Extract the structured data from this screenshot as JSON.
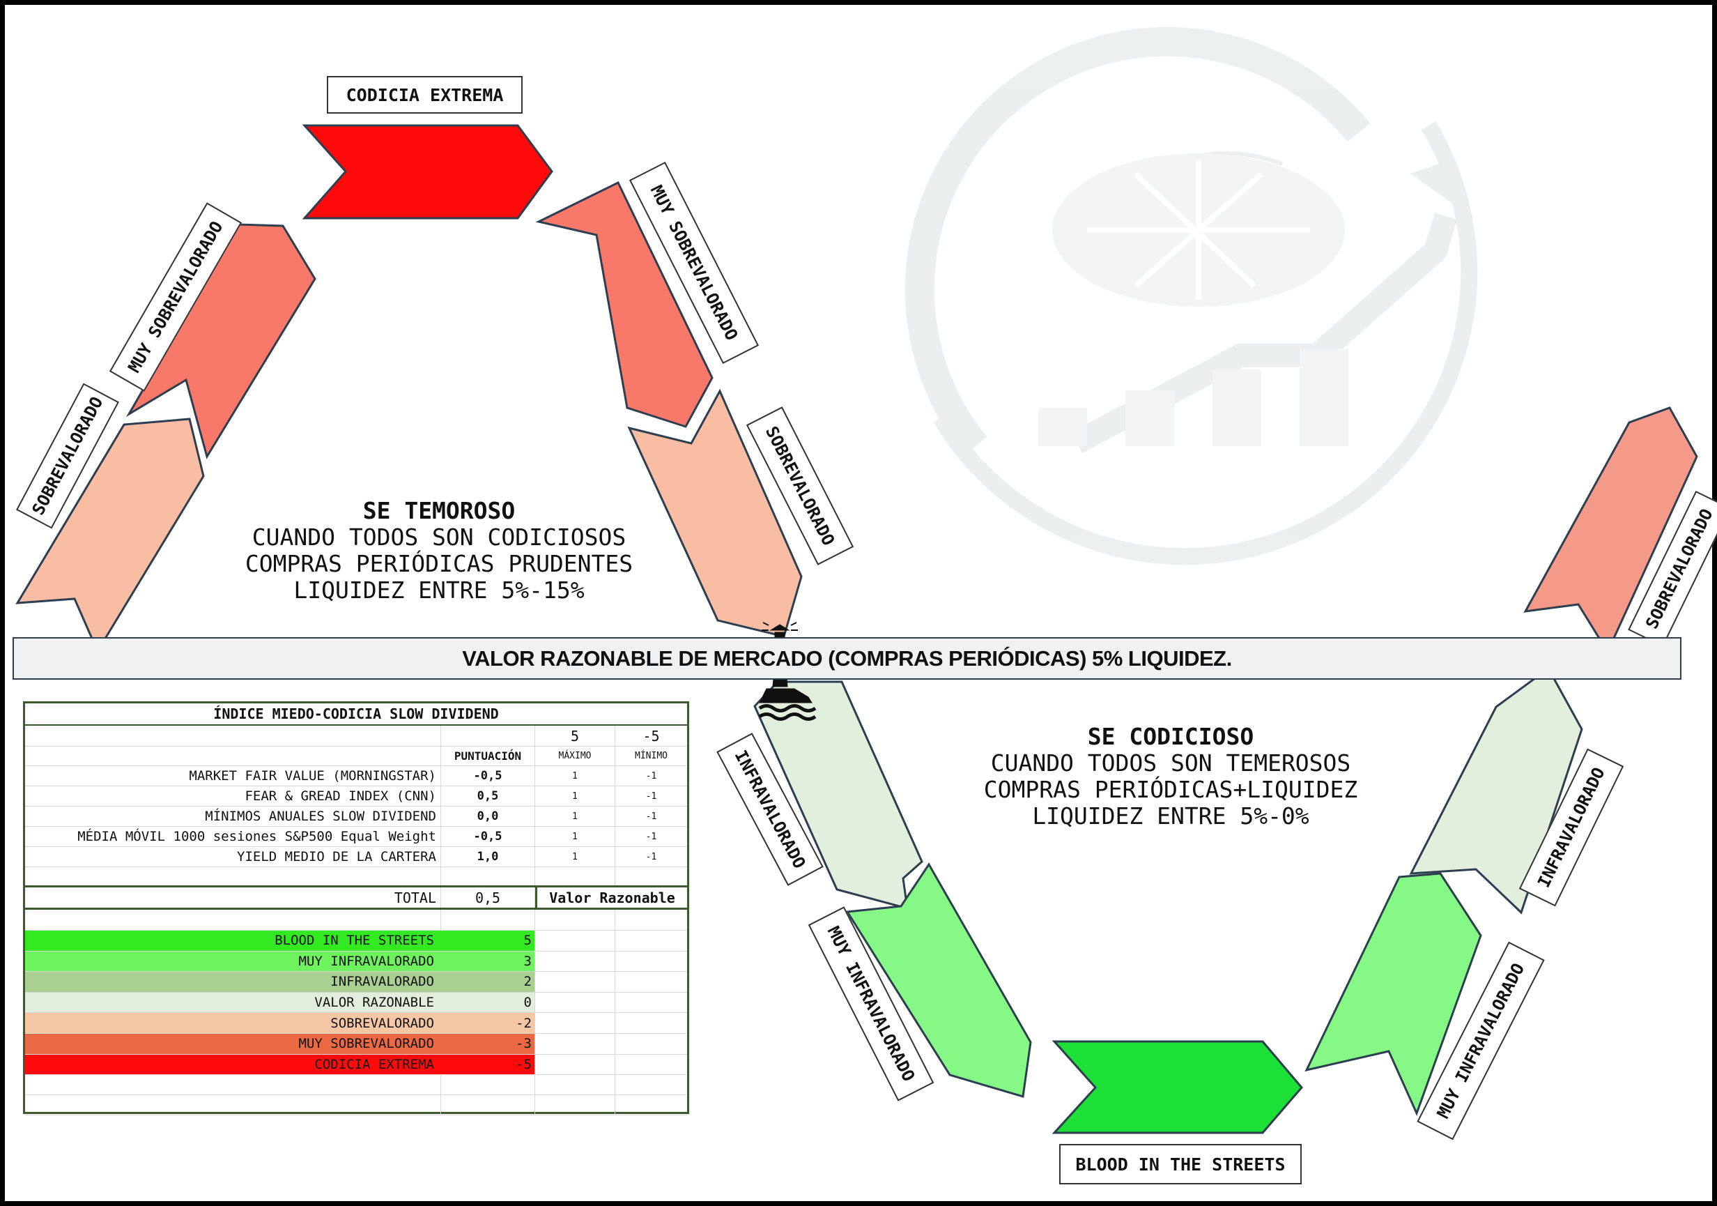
{
  "labels": {
    "codicia_extrema": "CODICIA EXTREMA",
    "muy_sobrevalorado_left": "MUY SOBREVALORADO",
    "sobrevalorado_left": "SOBREVALORADO",
    "muy_sobrevalorado_right": "MUY SOBREVALORADO",
    "sobrevalorado_right": "SOBREVALORADO",
    "sobrevalorado_far_right": "SOBREVALORADO",
    "infravalorado_left": "INFRAVALORADO",
    "muy_infravalorado_left": "MUY INFRAVALORADO",
    "blood_in_the_streets": "BLOOD IN THE STREETS",
    "muy_infravalorado_right": "MUY INFRAVALORADO",
    "infravalorado_right": "INFRAVALORADO"
  },
  "fearful_message": {
    "heading": "SE TEMOROSO",
    "line1": "CUANDO TODOS SON CODICIOSOS",
    "line2": "COMPRAS PERIÓDICAS PRUDENTES",
    "line3": "LIQUIDEZ ENTRE 5%-15%"
  },
  "greedy_message": {
    "heading": "SE CODICIOSO",
    "line1": "CUANDO TODOS SON TEMEROSOS",
    "line2": "COMPRAS PERIÓDICAS+LIQUIDEZ",
    "line3": "LIQUIDEZ ENTRE 5%-0%"
  },
  "fair_value_bar": "VALOR RAZONABLE DE MERCADO (COMPRAS PERIÓDICAS) 5% LIQUIDEZ.",
  "table": {
    "title": "ÍNDICE MIEDO-CODICIA  SLOW DIVIDEND",
    "max_value": "5",
    "min_value": "-5",
    "col_score": "PUNTUACIÓN",
    "col_max": "MÁXIMO",
    "col_min": "MÍNIMO",
    "indicators": [
      {
        "name": "MARKET FAIR VALUE (MORNINGSTAR)",
        "score": "-0,5",
        "max": "1",
        "min": "-1"
      },
      {
        "name": "FEAR & GREAD INDEX (CNN)",
        "score": "0,5",
        "max": "1",
        "min": "-1"
      },
      {
        "name": "MÍNIMOS ANUALES SLOW DIVIDEND",
        "score": "0,0",
        "max": "1",
        "min": "-1"
      },
      {
        "name": "MÉDIA MÓVIL 1000 sesiones S&P500 Equal Weight",
        "score": "-0,5",
        "max": "1",
        "min": "-1"
      },
      {
        "name": "YIELD MEDIO DE LA CARTERA",
        "score": "1,0",
        "max": "1",
        "min": "-1"
      }
    ],
    "total_label": "TOTAL",
    "total_value": "0,5",
    "total_result": "Valor Razonable",
    "levels": [
      {
        "name": "BLOOD IN THE STREETS",
        "value": "5",
        "color": "#33ea22"
      },
      {
        "name": "MUY INFRAVALORADO",
        "value": "3",
        "color": "#6ef25e"
      },
      {
        "name": "INFRAVALORADO",
        "value": "2",
        "color": "#a9cf93"
      },
      {
        "name": "VALOR RAZONABLE",
        "value": "0",
        "color": "#e2eedb"
      },
      {
        "name": "SOBREVALORADO",
        "value": "-2",
        "color": "#f5c7a4"
      },
      {
        "name": "MUY SOBREVALORADO",
        "value": "-3",
        "color": "#ec6a43"
      },
      {
        "name": "CODICIA EXTREMA",
        "value": "-5",
        "color": "#fe0a0a"
      }
    ]
  },
  "colors": {
    "extreme_greed": "#fe0a0a",
    "very_overvalued": "#f8786a",
    "overvalued": "#f8bda3",
    "overvalued_right": "#f59a88",
    "undervalued": "#e3efdd",
    "very_undervalued": "#86f886",
    "blood": "#1ce036",
    "outline": "#2c3e50"
  },
  "icons": {
    "watermark": "turtle-growth-logo-icon",
    "lighthouse": "lighthouse-icon"
  }
}
